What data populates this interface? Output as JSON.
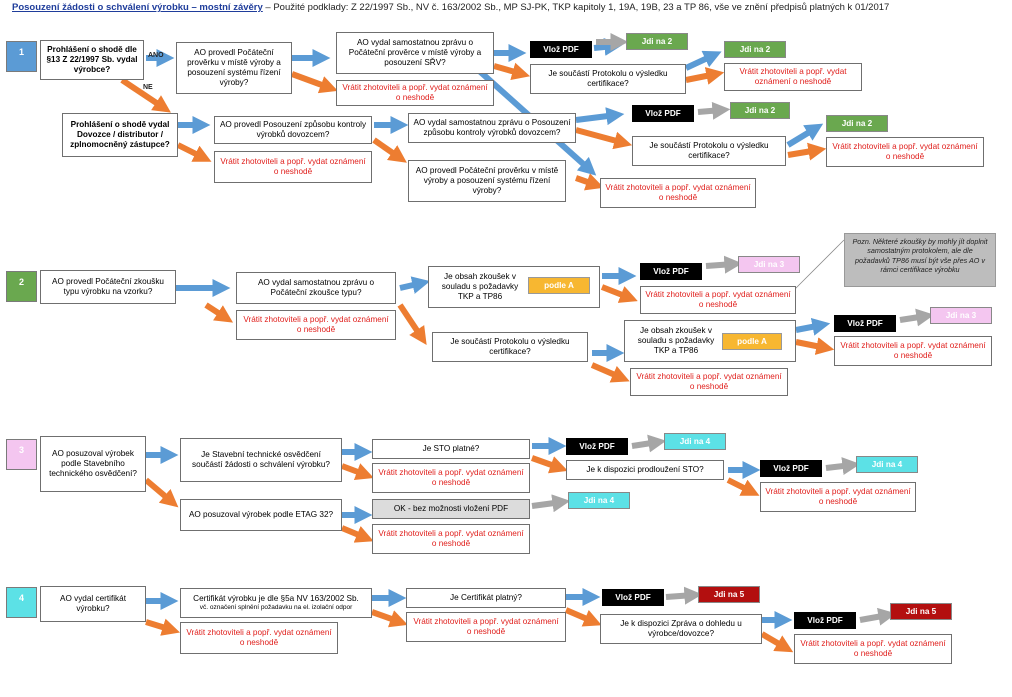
{
  "title": {
    "underlined": "Posouzení žádosti o schválení výrobku – mostní závěry",
    "rest": " – Použité podklady: Z 22/1997 Sb., NV č. 163/2002 Sb., MP SJ-PK, TKP kapitoly 1, 19A, 19B, 23 a TP 86, vše ve znění předpisů platných k 01/2017"
  },
  "colors": {
    "blue": "#5b9bd5",
    "orange": "#ed7d31",
    "gray": "#a6a6a6",
    "green": "#6aa84f",
    "pink": "#f4c6f0",
    "cyan": "#5ce1e6",
    "red": "#b30f0f"
  },
  "common": {
    "return": "Vrátit zhotoviteli a popř. vydat oznámení o neshodě",
    "pdf": "Vlož PDF"
  },
  "s1": {
    "num": "1",
    "q1": "Prohlášení o shodě dle §13 Z 22/1997 Sb. vydal výrobce?",
    "ano": "ANO",
    "ne": "NE",
    "q2": "AO provedl Počáteční prověrku v místě výroby a posouzení systému řízení výroby?",
    "q3": "AO vydal samostatnou zprávu o Počáteční prověrce v místě výroby a posouzení SŘV?",
    "q4": "Je součástí Protokolu o výsledku certifikace?",
    "goto": "Jdi na 2",
    "q5": "Prohlášení o shodě vydal Dovozce / distributor / zplnomocněný zástupce?",
    "q6": "AO provedl Posouzení způsobu kontroly výrobků dovozcem?",
    "q7": "AO vydal samostatnou zprávu o Posouzení způsobu kontroly výrobků dovozcem?",
    "q8": "AO provedl Počáteční prověrku v místě výroby a posouzení systému řízení výroby?"
  },
  "s2": {
    "num": "2",
    "q1": "AO provedl Počáteční zkoušku typu výrobku na vzorku?",
    "q2": "AO vydal samostatnou zprávu o Počáteční zkoušce typu?",
    "q3": "Je obsah zkoušek v souladu s požadavky TKP a TP86",
    "podle": "podle A",
    "goto": "Jdi na 3",
    "q4": "Je součástí Protokolu o výsledku certifikace?",
    "note": "Pozn. Některé zkoušky by mohly jít doplnit samostatným protokolem, ale dle požadavků TP86 musí být vše přes AO v rámci certifikace výrobku"
  },
  "s3": {
    "num": "3",
    "q1": "AO posuzoval výrobek podle Stavebního technického osvědčení?",
    "q2": "Je Stavební technické osvědčení součástí žádosti o schválení výrobku?",
    "q3": "Je STO platné?",
    "q4": "Je k dispozici prodloužení STO?",
    "goto": "Jdi na 4",
    "q5": "AO posuzoval výrobek podle ETAG 32?",
    "ok": "OK - bez možnosti vložení PDF"
  },
  "s4": {
    "num": "4",
    "q1": "AO vydal certifikát výrobku?",
    "q2a": "Certifikát výrobku je dle §5a NV 163/2002 Sb.",
    "q2b": "vč. označení splnění požadavku na el. izolační odpor",
    "q3": "Je Certifikát platný?",
    "q4": "Je k dispozici Zpráva o dohledu u výrobce/dovozce?",
    "goto": "Jdi na 5"
  }
}
